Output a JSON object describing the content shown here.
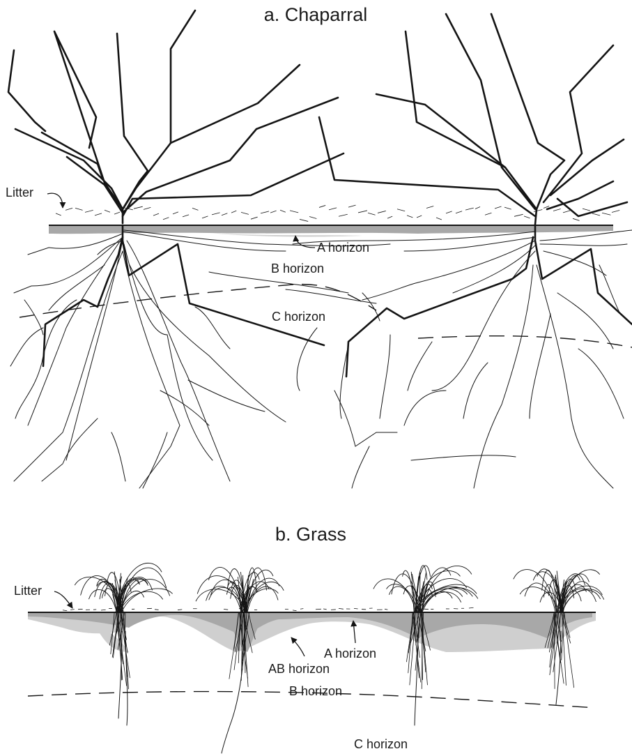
{
  "panel_a": {
    "title": "a. Chaparral",
    "labels": {
      "litter": "Litter",
      "a_horizon": "A horizon",
      "b_horizon": "B horizon",
      "c_horizon": "C horizon"
    }
  },
  "panel_b": {
    "title": "b. Grass",
    "labels": {
      "litter": "Litter",
      "a_horizon": "A horizon",
      "ab_horizon": "AB horizon",
      "b_horizon": "B horizon",
      "c_horizon": "C horizon"
    }
  },
  "colors": {
    "ink": "#141414",
    "a_horizon_fill": "#a8a8a8",
    "ab_horizon_fill": "#cfcfcf"
  }
}
